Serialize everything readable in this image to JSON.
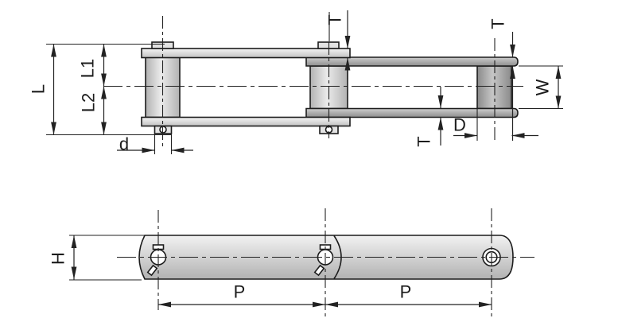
{
  "diagram": {
    "type": "engineering-drawing",
    "subject": "roller-chain-link two views",
    "colors": {
      "background": "#ffffff",
      "line": "#1c1c1c",
      "dim_line": "#222222",
      "plate_light": "#d9d9d9",
      "plate_dark": "#a3a3a3"
    },
    "labels": {
      "L": "L",
      "L1": "L1",
      "L2": "L2",
      "d": "d",
      "T_top": "T",
      "T_right": "T",
      "T_bottom": "T",
      "D": "D",
      "W": "W",
      "H": "H",
      "P_left": "P",
      "P_right": "P"
    }
  }
}
